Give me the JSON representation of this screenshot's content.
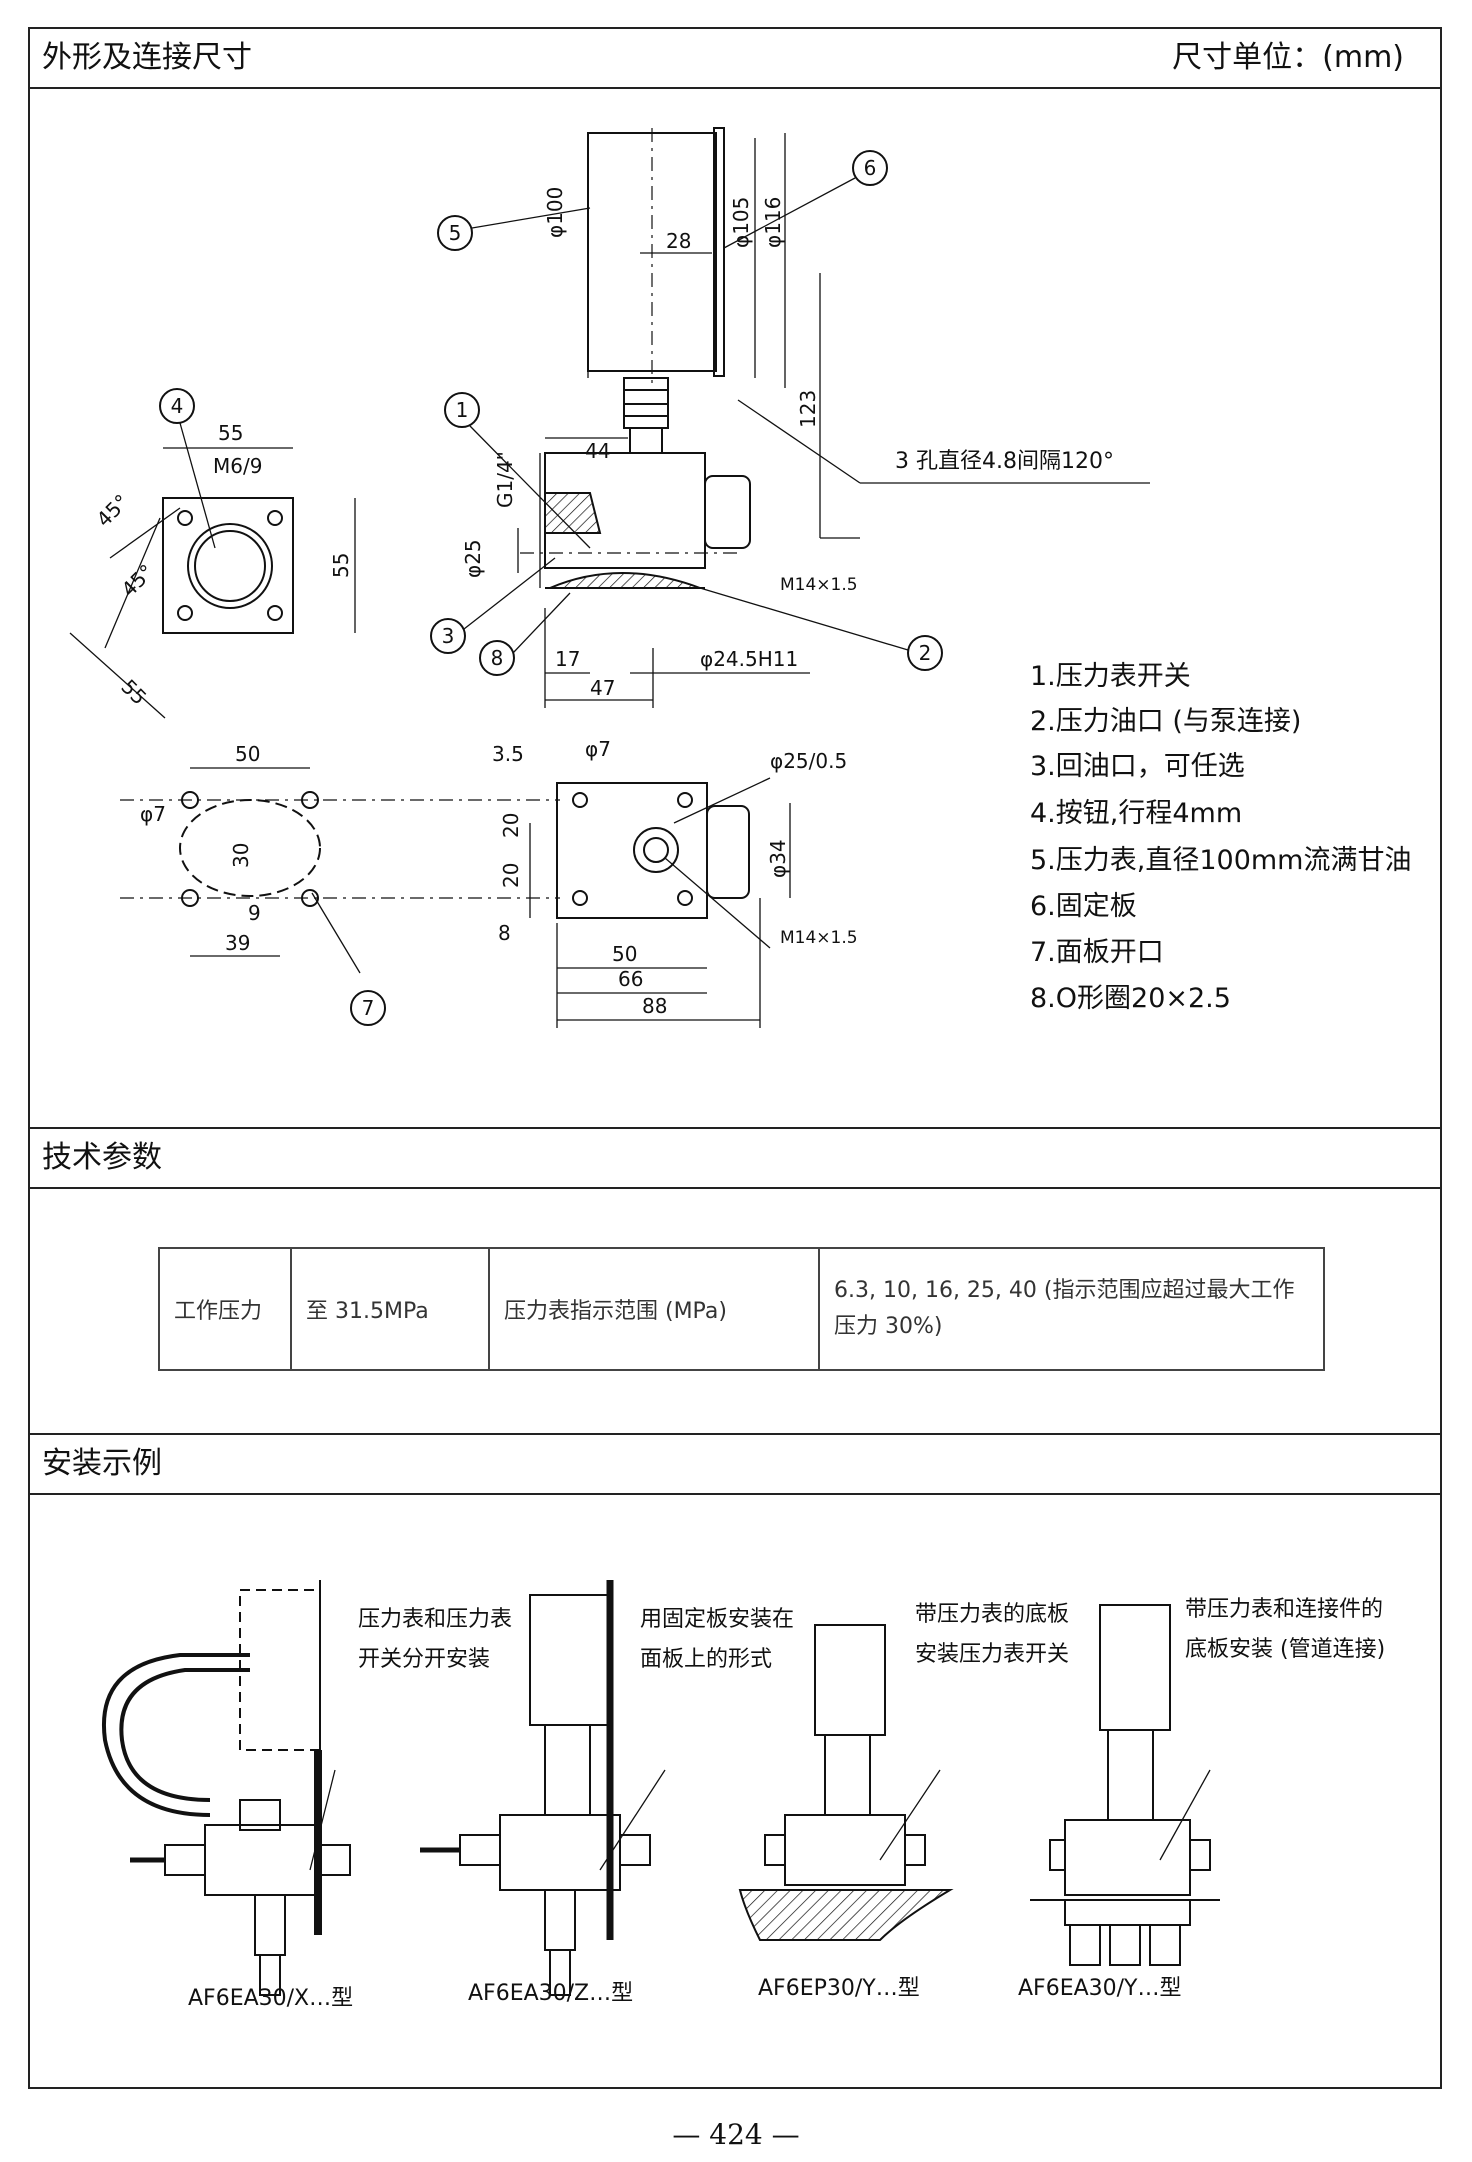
{
  "sections": {
    "dimensions": "外形及连接尺寸",
    "unit": "尺寸单位：(mm)",
    "params": "技术参数",
    "install": "安装示例"
  },
  "drawing": {
    "dims": {
      "d100": "φ100",
      "d28": "28",
      "d105": "φ105",
      "d116": "φ116",
      "d123": "123",
      "d44": "44",
      "g14": "G1/4\"",
      "d25": "φ25",
      "m14a": "M14×1.5",
      "d17": "17",
      "d47": "47",
      "d245": "φ24.5H11",
      "holes": "3 孔直径4.8间隔120°",
      "d55a": "55",
      "m69": "M6/9",
      "d55b": "55",
      "d55c": "55",
      "a45a": "45°",
      "a45b": "45°",
      "d50a": "50",
      "d7a": "φ7",
      "d30": "30",
      "d9": "9",
      "d39": "39",
      "d35": "3.5",
      "d7b": "φ7",
      "d20a": "20",
      "d20b": "20",
      "d25b": "φ25/0.5",
      "d34": "φ34",
      "m14b": "M14×1.5",
      "d8": "8",
      "d50b": "50",
      "d66": "66",
      "d88": "88"
    },
    "callouts": [
      "1",
      "2",
      "3",
      "4",
      "5",
      "6",
      "7",
      "8"
    ]
  },
  "legend": [
    "1.压力表开关",
    "2.压力油口 (与泵连接)",
    "3.回油口，可任选",
    "4.按钮,行程4mm",
    "5.压力表,直径100mm流满甘油",
    "6.固定板",
    "7.面板开口",
    "8.O形圈20×2.5"
  ],
  "params_table": {
    "c1": "工作压力",
    "c2": "至 31.5MPa",
    "c3": "压力表指示范围 (MPa)",
    "c4": "6.3, 10, 16, 25, 40 (指示范围应超过最大工作压力 30%)"
  },
  "install": {
    "labels": [
      "压力表和压力表开关分开安装",
      "用固定板安装在面板上的形式",
      "带压力表的底板安装压力表开关",
      "带压力表和连接件的底板安装 (管道连接)"
    ],
    "models": [
      "AF6EA30/X…型",
      "AF6EA30/Z…型",
      "AF6EP30/Y…型",
      "AF6EA30/Y…型"
    ]
  },
  "page_number": "— 424 —"
}
